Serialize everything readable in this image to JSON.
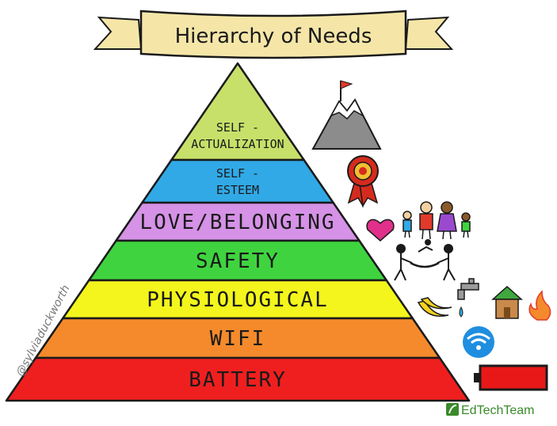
{
  "title": "Hierarchy of Needs",
  "credit": "@sylviaduckworth",
  "brand": "EdTechTeam",
  "layers": [
    {
      "label_lines": [
        "SELF -",
        "ACTUALIZATION"
      ],
      "color": "#c7e06a",
      "icon": "mountain-flag-icon"
    },
    {
      "label_lines": [
        "SELF -",
        "ESTEEM"
      ],
      "color": "#31a9e6",
      "icon": "award-ribbon-icon"
    },
    {
      "label_lines": [
        "LOVE/BELONGING"
      ],
      "color": "#d592e6",
      "icon": "heart-family-icon"
    },
    {
      "label_lines": [
        "SAFETY"
      ],
      "color": "#3fd43f",
      "icon": "safety-net-icon"
    },
    {
      "label_lines": [
        "PHYSIOLOGICAL"
      ],
      "color": "#f3f51c",
      "icon": "food-water-shelter-fire-icon"
    },
    {
      "label_lines": [
        "WIFI"
      ],
      "color": "#f48a2b",
      "icon": "wifi-icon"
    },
    {
      "label_lines": [
        "BATTERY"
      ],
      "color": "#ef1f1f",
      "icon": "battery-icon"
    }
  ],
  "colors": {
    "banner": "#f5e6a8",
    "outline": "#1a1a1a",
    "brand_green": "#3a8a2a"
  }
}
